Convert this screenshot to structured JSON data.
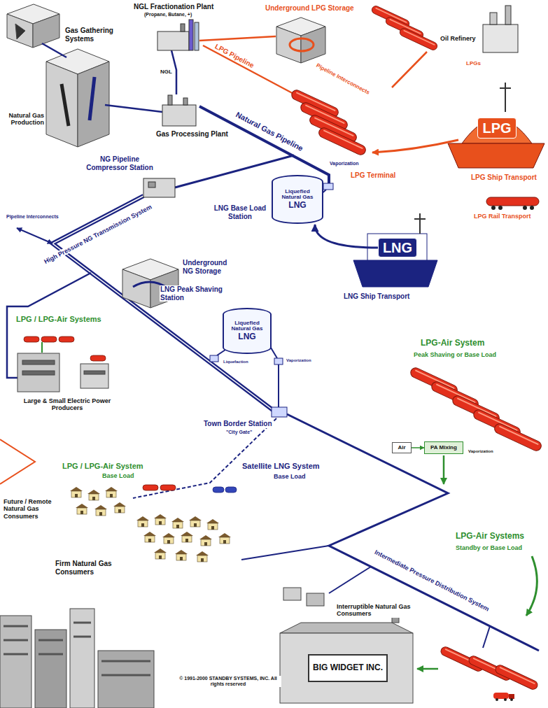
{
  "diagram": {
    "nodes": [
      {
        "text": [
          "Liquefied Natural Gas",
          "LNG"
        ]
      },
      {
        "text": [
          "LNG"
        ]
      },
      {
        "text": [
          "Liquefied Natural Gas",
          "LNG"
        ]
      },
      {
        "text": [
          "LPG"
        ]
      },
      {
        "text": [
          "BIG WIDGET INC."
        ]
      },
      {
        "text": [
          "Air"
        ]
      },
      {
        "text": [
          "PA Mixing"
        ]
      }
    ],
    "edges": [
      {
        "from": 1,
        "to": 0,
        "arrow": "to"
      },
      {
        "from": 5,
        "to": 6,
        "arrow": "to"
      }
    ],
    "labels": [
      "NGL Fractionation Plant",
      "(Propane, Butane, +)",
      "Underground LPG Storage",
      "Oil Refinery",
      "LPGs",
      "NGL",
      "LPG Pipeline",
      "Pipeline Interconnects",
      "Gas Gathering Systems",
      "Natural Gas Production",
      "Gas Processing Plant",
      "Natural Gas Pipeline",
      "LPG Terminal",
      "LPG Ship Transport",
      "LPG Rail Transport",
      "NG Pipeline Compressor Station",
      "High Pressure NG Transmission System",
      "Vaporization",
      "LNG Base Load Station",
      "LNG Ship Transport",
      "Pipeline Interconnects",
      "Underground NG Storage",
      "LPG / LPG-Air Systems",
      "Large & Small Electric Power Producers",
      "LNG Peak Shaving Station",
      "Liquefaction",
      "Vaporization",
      "LPG-Air System",
      "Peak Shaving or Base Load",
      "Vaporization",
      "Town Border Station",
      "\"City Gate\"",
      "LPG / LPG-Air System",
      "Base Load",
      "Satellite LNG System",
      "Base Load",
      "Future / Remote Natural Gas Consumers",
      "Firm Natural Gas Consumers",
      "Interruptible Natural Gas Consumers",
      "Intermediate Pressure Distribution System",
      "LPG-Air Systems",
      "Standby or Base Load",
      "© 1991-2000 STANDBY SYSTEMS, INC. All rights reserved"
    ]
  }
}
